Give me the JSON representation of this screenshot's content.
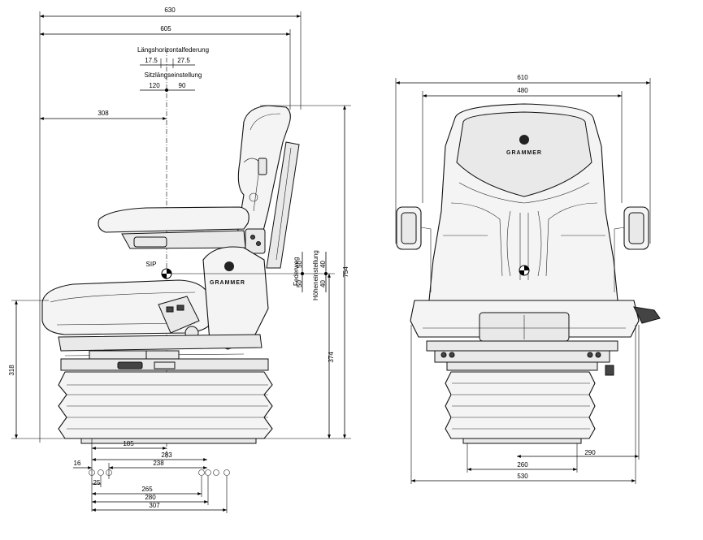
{
  "side_view": {
    "dim_630": "630",
    "dim_605": "605",
    "dim_308": "308",
    "laengshorizontalfederung": "Längshorizontalfederung",
    "lh_left": "17.5",
    "lh_right": "27.5",
    "sitzlaengseinstellung": "Sitzlängseinstellung",
    "sl_left": "120",
    "sl_right": "90",
    "sip": "SIP",
    "federweg": "Federweg",
    "fw_top": "50",
    "fw_bottom": "50",
    "hoeheneinstellung": "Höheneinstellung",
    "he_top": "40",
    "he_bottom": "40",
    "dim_754": "754",
    "dim_374": "374",
    "dim_318": "318",
    "dim_185": "185",
    "dim_283": "283",
    "dim_238": "238",
    "dim_16": "16",
    "dim_25": "25",
    "dim_265": "265",
    "dim_280": "280",
    "dim_307": "307",
    "brand": "GRAMMER"
  },
  "front_view": {
    "dim_610": "610",
    "dim_480": "480",
    "dim_290": "290",
    "dim_260": "260",
    "dim_530": "530",
    "brand": "GRAMMER"
  }
}
